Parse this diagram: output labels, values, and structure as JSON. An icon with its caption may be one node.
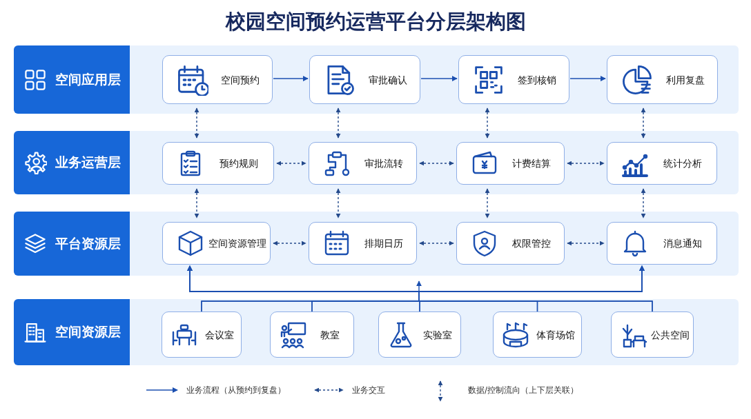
{
  "diagram": {
    "title": "校园空间预约运营平台分层架构图",
    "nodes": [
      {
        "text": [
          "空间应用层"
        ]
      },
      {
        "text": [
          "空间预约"
        ],
        "in": 0
      },
      {
        "text": [
          "审批确认"
        ],
        "in": 0
      },
      {
        "text": [
          "签到核销"
        ],
        "in": 0
      },
      {
        "text": [
          "利用复盘"
        ],
        "in": 0
      },
      {
        "text": [
          "业务运营层"
        ]
      },
      {
        "text": [
          "预约规则"
        ],
        "in": 5
      },
      {
        "text": [
          "审批流转"
        ],
        "in": 5
      },
      {
        "text": [
          "计费结算"
        ],
        "in": 5
      },
      {
        "text": [
          "统计分析"
        ],
        "in": 5
      },
      {
        "text": [
          "平台资源层"
        ]
      },
      {
        "text": [
          "空间资源管理"
        ],
        "in": 10
      },
      {
        "text": [
          "排期日历"
        ],
        "in": 10
      },
      {
        "text": [
          "权限管控"
        ],
        "in": 10
      },
      {
        "text": [
          "消息通知"
        ],
        "in": 10
      },
      {
        "text": [
          "空间资源层"
        ]
      },
      {
        "text": [
          "会议室"
        ],
        "in": 15
      },
      {
        "text": [
          "教室"
        ],
        "in": 15
      },
      {
        "text": [
          "实验室"
        ],
        "in": 15
      },
      {
        "text": [
          "体育场馆"
        ],
        "in": 15
      },
      {
        "text": [
          "公共空间"
        ],
        "in": 15
      }
    ],
    "edges": [
      {
        "from": 1,
        "to": 2,
        "arrow": "to"
      },
      {
        "from": 2,
        "to": 3,
        "arrow": "to"
      },
      {
        "from": 3,
        "to": 4,
        "arrow": "to"
      },
      {
        "from": 1,
        "to": 6,
        "arrow": "both",
        "style": "dashed"
      },
      {
        "from": 2,
        "to": 7,
        "arrow": "both",
        "style": "dashed"
      },
      {
        "from": 3,
        "to": 8,
        "arrow": "both",
        "style": "dashed"
      },
      {
        "from": 4,
        "to": 9,
        "arrow": "both",
        "style": "dashed"
      },
      {
        "from": 6,
        "to": 7,
        "arrow": "both",
        "style": "dashed"
      },
      {
        "from": 7,
        "to": 8,
        "arrow": "both",
        "style": "dashed"
      },
      {
        "from": 8,
        "to": 9,
        "arrow": "both",
        "style": "dashed"
      },
      {
        "from": 6,
        "to": 11,
        "arrow": "both",
        "style": "dashed"
      },
      {
        "from": 7,
        "to": 12,
        "arrow": "both",
        "style": "dashed"
      },
      {
        "from": 8,
        "to": 13,
        "arrow": "both",
        "style": "dashed"
      },
      {
        "from": 9,
        "to": 14,
        "arrow": "both",
        "style": "dashed"
      },
      {
        "from": 11,
        "to": 12,
        "arrow": "both",
        "style": "dashed"
      },
      {
        "from": 12,
        "to": 13,
        "arrow": "both",
        "style": "dashed"
      },
      {
        "from": 13,
        "to": 14,
        "arrow": "both",
        "style": "dashed"
      },
      {
        "from": 16,
        "to": 11,
        "arrow": "to"
      },
      {
        "from": 17,
        "to": 11,
        "arrow": "to"
      },
      {
        "from": 18,
        "to": 11,
        "arrow": "to"
      },
      {
        "from": 19,
        "to": 11,
        "arrow": "to"
      },
      {
        "from": 20,
        "to": 11,
        "arrow": "to"
      },
      {
        "from": 16,
        "to": 14,
        "arrow": "to"
      },
      {
        "from": 17,
        "to": 14,
        "arrow": "to"
      },
      {
        "from": 18,
        "to": 14,
        "arrow": "to"
      },
      {
        "from": 19,
        "to": 14,
        "arrow": "to"
      },
      {
        "from": 20,
        "to": 14,
        "arrow": "to"
      }
    ],
    "legend": [
      {
        "text": "业务流程（从预约到复盘）"
      },
      {
        "text": "业务交互"
      },
      {
        "text": "数据/控制流向（上下层关联）"
      }
    ]
  }
}
